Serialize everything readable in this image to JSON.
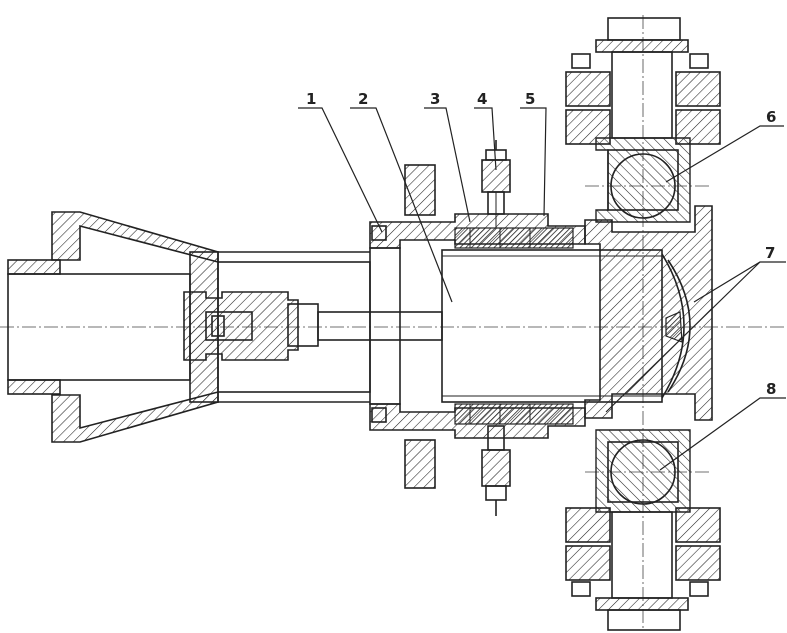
{
  "callouts": [
    {
      "id": "1",
      "label": "1"
    },
    {
      "id": "2",
      "label": "2"
    },
    {
      "id": "3",
      "label": "3"
    },
    {
      "id": "4",
      "label": "4"
    },
    {
      "id": "5",
      "label": "5"
    },
    {
      "id": "6",
      "label": "6"
    },
    {
      "id": "7",
      "label": "7"
    },
    {
      "id": "8",
      "label": "8"
    }
  ],
  "colors": {
    "line": "#222222",
    "background": "#ffffff"
  }
}
